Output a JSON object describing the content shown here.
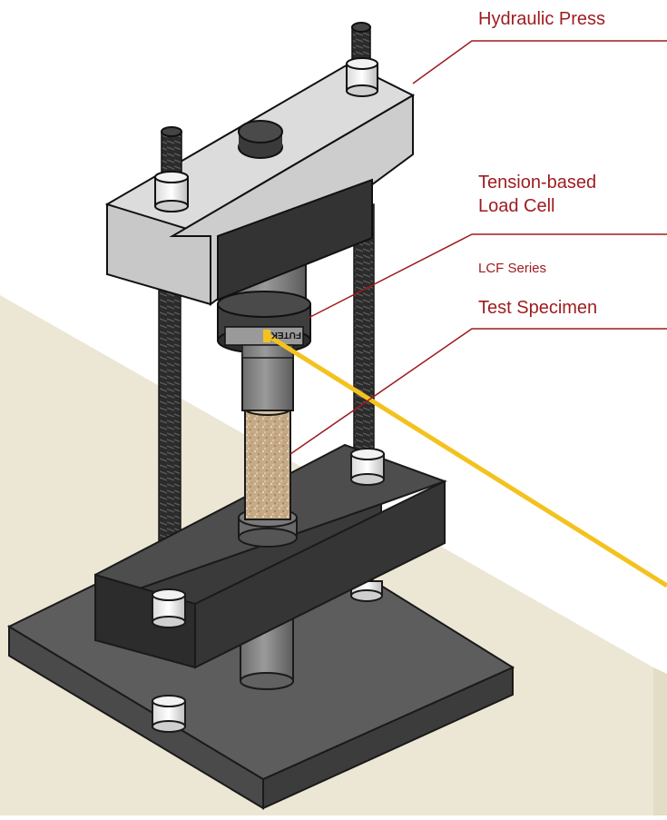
{
  "colors": {
    "label": "#9e1b1e",
    "leader": "#9e1b1e",
    "cable": "#f4c21f",
    "floor": "#ece6d4",
    "frame_light": "#e0e0e0",
    "base_dark": "#555555",
    "thread": "#2f2f2f"
  },
  "labels": {
    "hydraulic_press": "Hydraulic Press",
    "load_cell_line1": "Tension-based",
    "load_cell_line2": "Load Cell",
    "series": "LCF Series",
    "test_specimen": "Test Specimen"
  },
  "load_cell": {
    "brand": "FUTEK"
  },
  "icons": {
    "floor": "floor-surface",
    "base": "base-plate",
    "press": "press-frame",
    "sensor": "load-cell-sensor",
    "cable": "signal-cable"
  }
}
